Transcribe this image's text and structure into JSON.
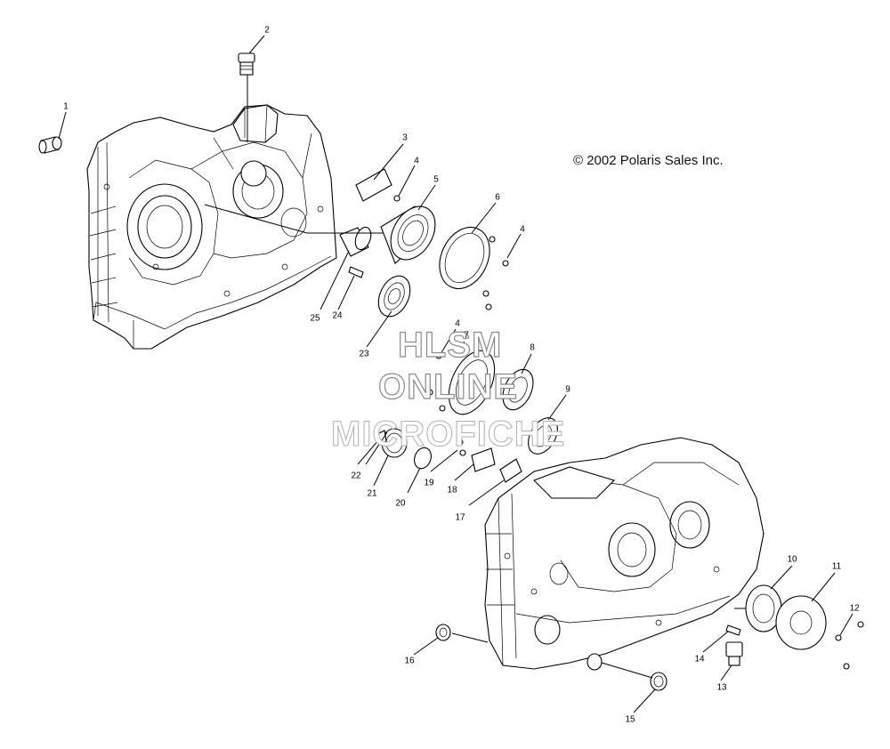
{
  "copyright": "© 2002 Polaris Sales Inc.",
  "watermark": {
    "line1": "HLSM",
    "line2": "ONLINE",
    "line3": "MICROFICHE"
  },
  "callouts": [
    "1",
    "2",
    "3",
    "4",
    "5",
    "6",
    "4",
    "25",
    "24",
    "23",
    "4",
    "7",
    "8",
    "9",
    "22",
    "21",
    "20",
    "19",
    "18",
    "17",
    "10",
    "11",
    "12",
    "16",
    "14",
    "13",
    "15"
  ]
}
